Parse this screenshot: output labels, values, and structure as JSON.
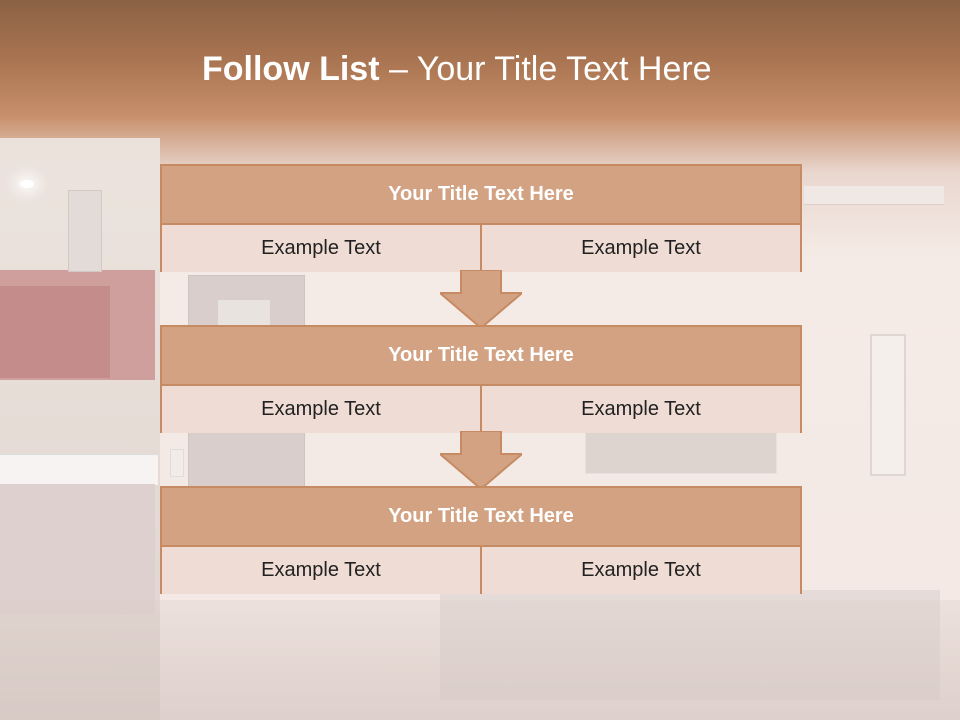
{
  "slide": {
    "heading": {
      "strong": "Follow List",
      "separator": "–",
      "rest": "Your Title Text Here"
    },
    "colors": {
      "header_bar": "#b5805d",
      "accent": "#c68b63",
      "panel_header": "#d2a283",
      "panel_body": "#efdcd4"
    },
    "items": [
      {
        "title": "Your Title Text Here",
        "left": "Example Text",
        "right": "Example Text"
      },
      {
        "title": "Your Title Text Here",
        "left": "Example Text",
        "right": "Example Text"
      },
      {
        "title": "Your Title Text Here",
        "left": "Example Text",
        "right": "Example Text"
      }
    ]
  }
}
